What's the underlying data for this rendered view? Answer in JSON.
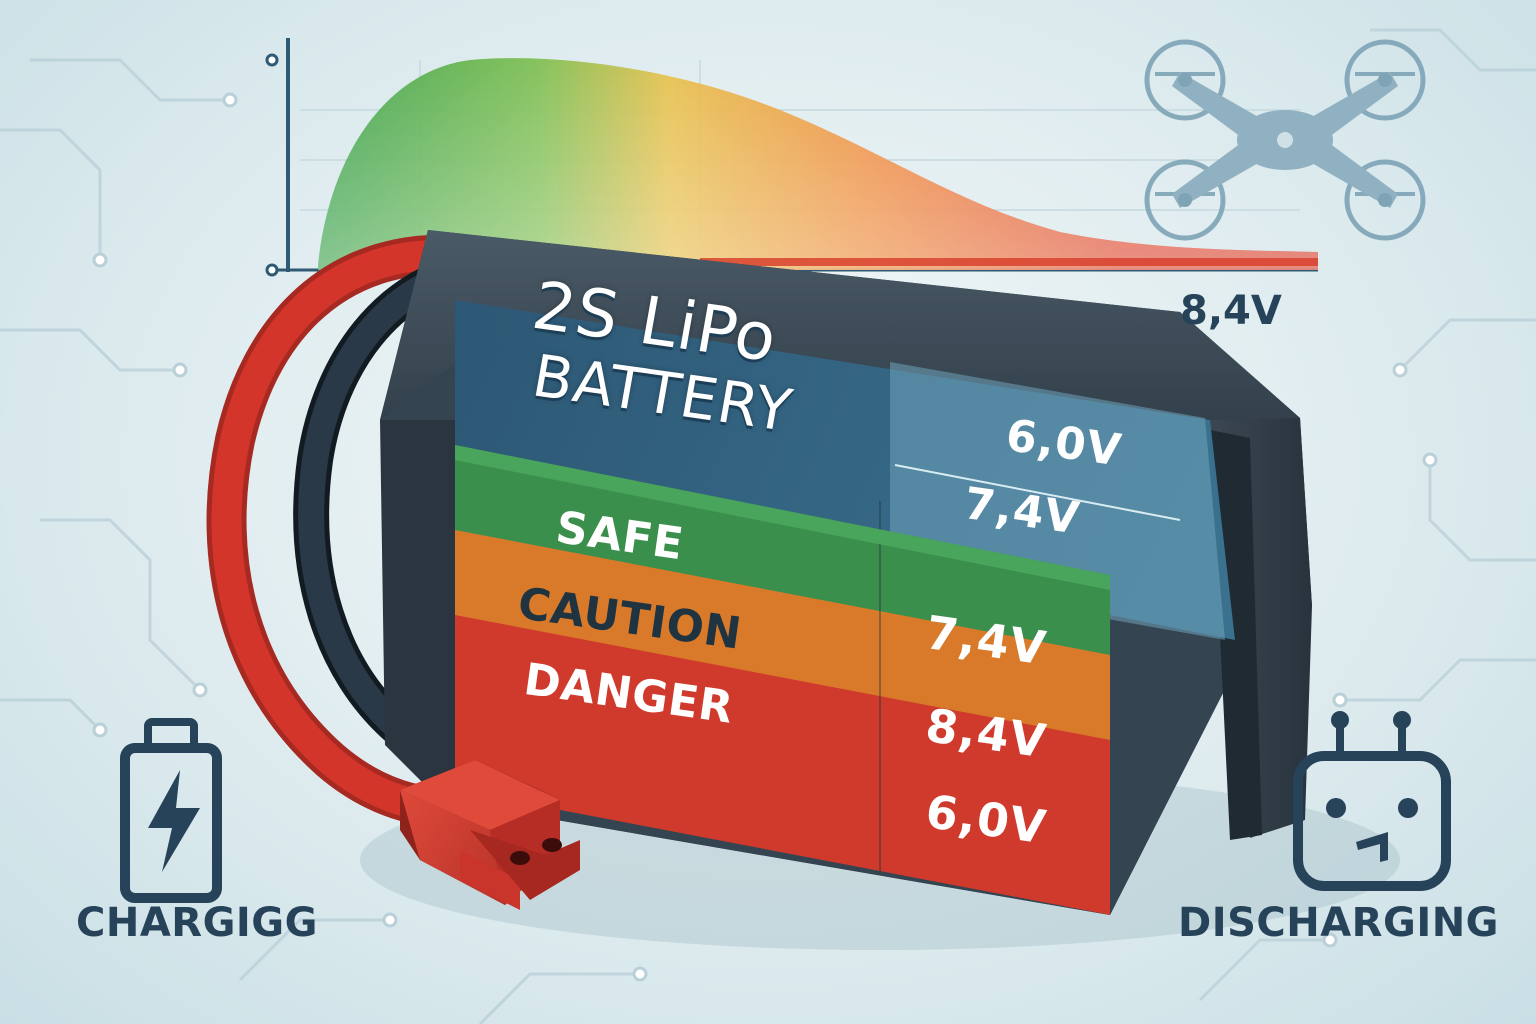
{
  "battery": {
    "title_line1": "2S LiPo",
    "title_line2": "BATTERY",
    "window_voltages": [
      "6,0V",
      "7,4V"
    ],
    "bands": [
      {
        "label": "SAFE",
        "voltage": "7,4V",
        "color": "#3b8f4c"
      },
      {
        "label": "CAUTION",
        "voltage": "8,4V",
        "color": "#d97a2b"
      },
      {
        "label": "DANGER",
        "voltage": "6,0V",
        "color": "#cf3a2c"
      }
    ]
  },
  "curve": {
    "end_label": "8,4V",
    "colors": [
      "#3aa24a",
      "#e8c04a",
      "#ef8a3a",
      "#e04a32"
    ]
  },
  "bottom": {
    "left_label": "CHARGIGG",
    "right_label": "DISCHARGING"
  },
  "icons": [
    "battery-charging-icon",
    "drone-icon",
    "controller-icon"
  ],
  "colors": {
    "ink": "#26435a",
    "cable_red": "#d3352a",
    "cable_black": "#263341",
    "connector": "#c9352b",
    "label_blue": "#2f6584"
  }
}
